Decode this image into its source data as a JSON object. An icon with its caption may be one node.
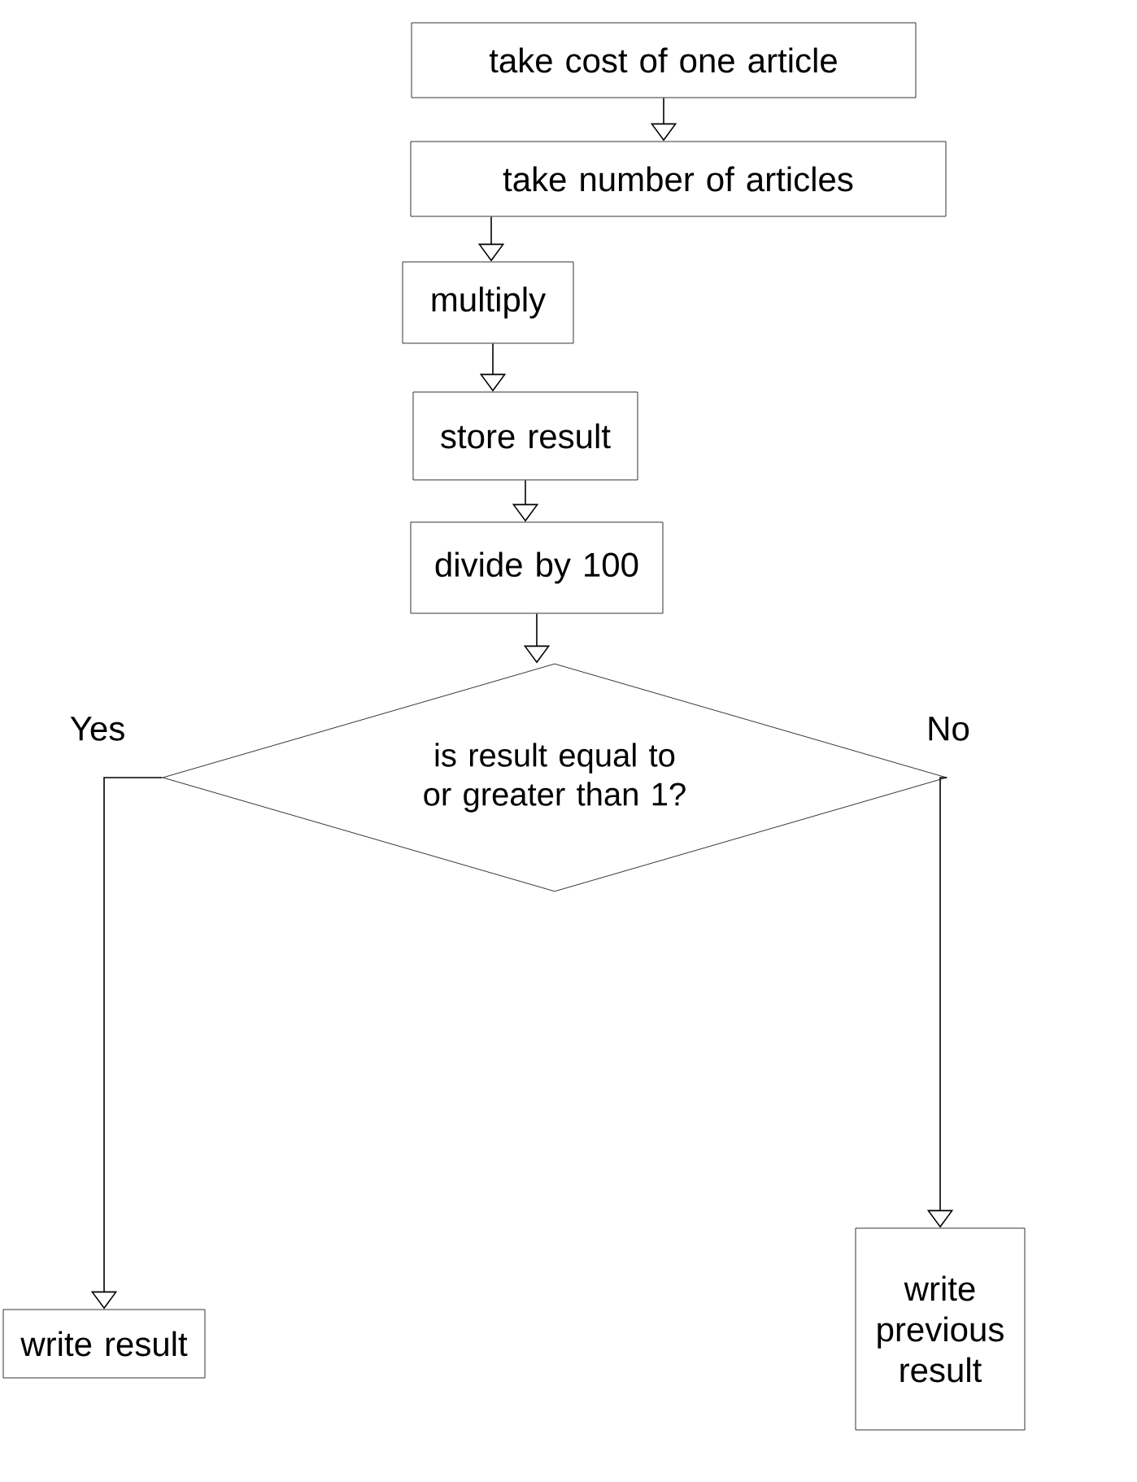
{
  "diagram": {
    "nodes": [
      {
        "text": [
          "take cost of one article"
        ]
      },
      {
        "text": [
          "take number of articles"
        ]
      },
      {
        "text": [
          "multiply"
        ]
      },
      {
        "text": [
          "store result"
        ]
      },
      {
        "text": [
          "divide by 100"
        ]
      },
      {
        "text": [
          "is result equal to or greater than 1?"
        ]
      },
      {
        "text": [
          "write result"
        ]
      },
      {
        "text": [
          "write previous result"
        ]
      }
    ],
    "edges": [
      {
        "from": 0,
        "to": 1,
        "arrow": "to"
      },
      {
        "from": 1,
        "to": 2,
        "arrow": "to"
      },
      {
        "from": 2,
        "to": 3,
        "arrow": "to"
      },
      {
        "from": 3,
        "to": 4,
        "arrow": "to"
      },
      {
        "from": 4,
        "to": 5,
        "arrow": "to"
      },
      {
        "from": 5,
        "to": 6,
        "arrow": "to",
        "label": "Yes"
      },
      {
        "from": 5,
        "to": 7,
        "arrow": "to",
        "label": "No"
      }
    ]
  }
}
